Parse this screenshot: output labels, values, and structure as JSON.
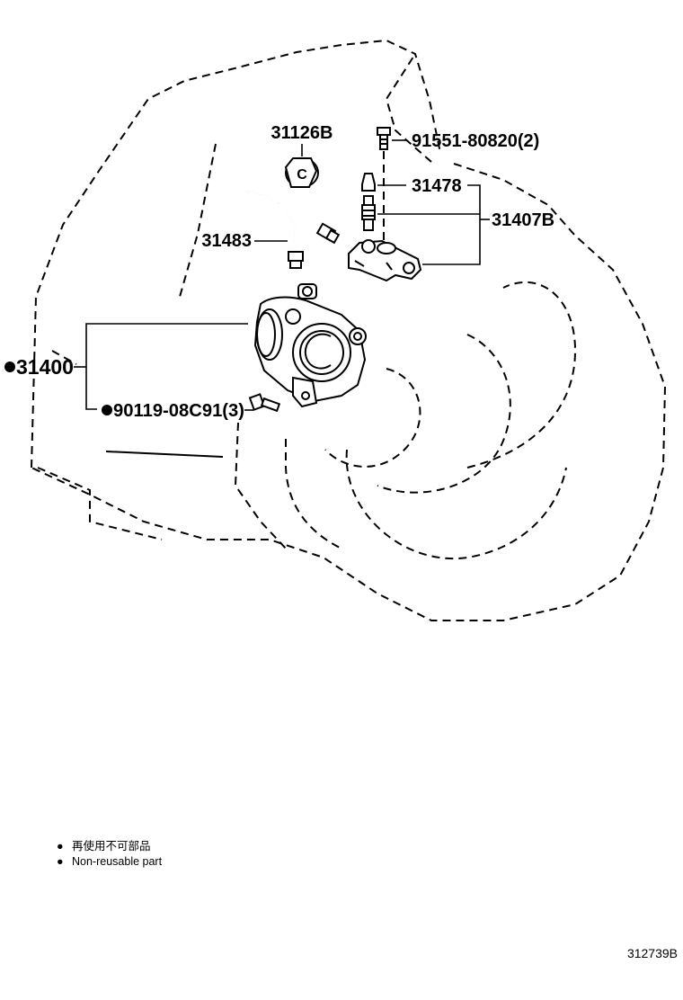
{
  "parts": [
    {
      "id": "31126b",
      "number": "31126B"
    },
    {
      "id": "91551",
      "number": "91551-80820(2)"
    },
    {
      "id": "31478",
      "number": "31478"
    },
    {
      "id": "31407b",
      "number": "31407B"
    },
    {
      "id": "31483",
      "number": "31483"
    },
    {
      "id": "31400",
      "number": "31400",
      "non_reusable": true
    },
    {
      "id": "90119",
      "number": "90119-08C91(3)",
      "non_reusable": true
    }
  ],
  "legend": {
    "marker": "●",
    "items": [
      {
        "text": "再使用不可部品"
      },
      {
        "text": "Non-reusable part"
      }
    ]
  },
  "reference_number": "312739B"
}
